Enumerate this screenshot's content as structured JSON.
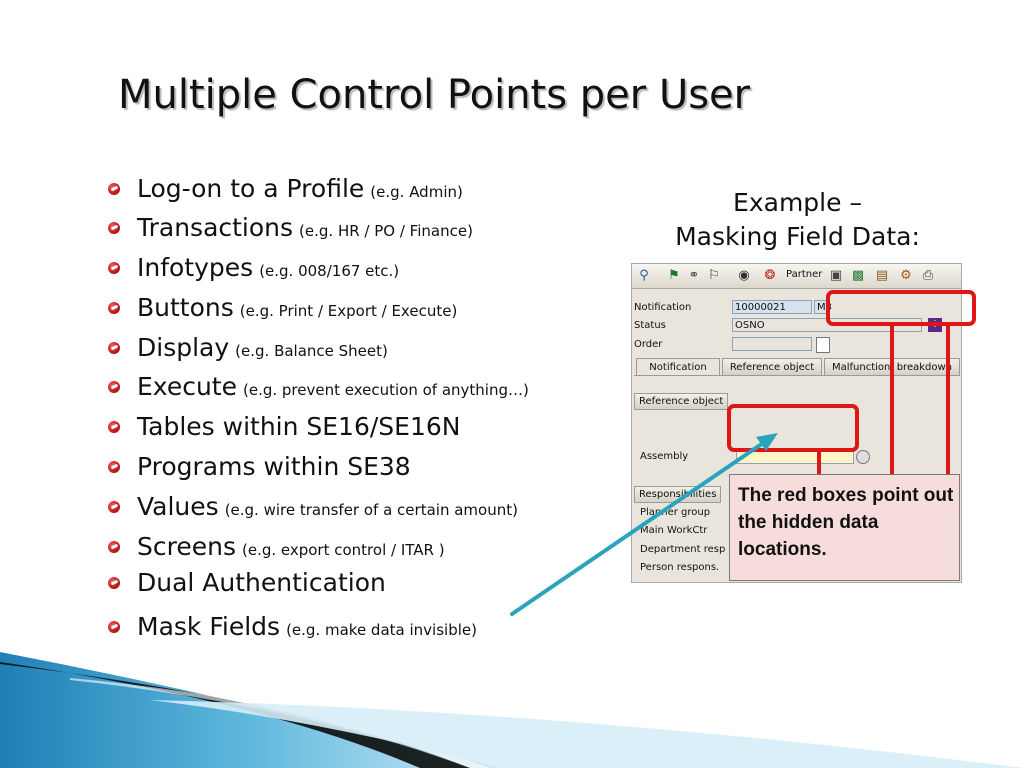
{
  "slide": {
    "title": "Multiple Control Points per User",
    "bullets": [
      {
        "text": "Log-on to a Profile",
        "note": "(e.g.  Admin)"
      },
      {
        "text": "Transactions",
        "note": "(e.g.  HR / PO / Finance)"
      },
      {
        "text": "Infotypes",
        "note": "(e.g. 008/167 etc.)"
      },
      {
        "text": "Buttons",
        "note": "(e.g. Print / Export / Execute)"
      },
      {
        "text": "Display",
        "note": "(e.g. Balance Sheet)"
      },
      {
        "text": "Execute",
        "note": "(e.g. prevent execution of anything…)"
      },
      {
        "text": "Tables within SE16/SE16N",
        "note": ""
      },
      {
        "text": "Programs within SE38",
        "note": ""
      },
      {
        "text": "Values",
        "note": "(e.g. wire transfer of a certain amount)"
      },
      {
        "text": "Screens",
        "note": "(e.g. export control / ITAR )"
      },
      {
        "text": "Dual Authentication",
        "note": ""
      },
      {
        "text": "Mask Fields",
        "note": "(e.g. make data invisible)"
      }
    ],
    "example_line1": "Example –",
    "example_line2": "Masking Field Data:",
    "callout": "The red boxes point out the hidden data locations."
  },
  "sap": {
    "toolbar_partner_label": "Partner",
    "fields": [
      {
        "label": "Notification",
        "value": "10000021",
        "extra": "M3"
      },
      {
        "label": "Status",
        "value": "OSNO"
      },
      {
        "label": "Order",
        "value": ""
      }
    ],
    "tabs": [
      "Notification",
      "Reference object",
      "Malfunction, breakdown"
    ],
    "reference_group": "Reference object",
    "assembly_label": "Assembly",
    "responsibilities_group": "Responsibilities",
    "responsibility_items": [
      "Planner group",
      "Main WorkCtr",
      "Department resp",
      "Person respons."
    ]
  },
  "colors": {
    "highlight_red": "#e01515",
    "arrow_teal": "#2aa3bf",
    "callout_bg": "#f7dcdc"
  }
}
